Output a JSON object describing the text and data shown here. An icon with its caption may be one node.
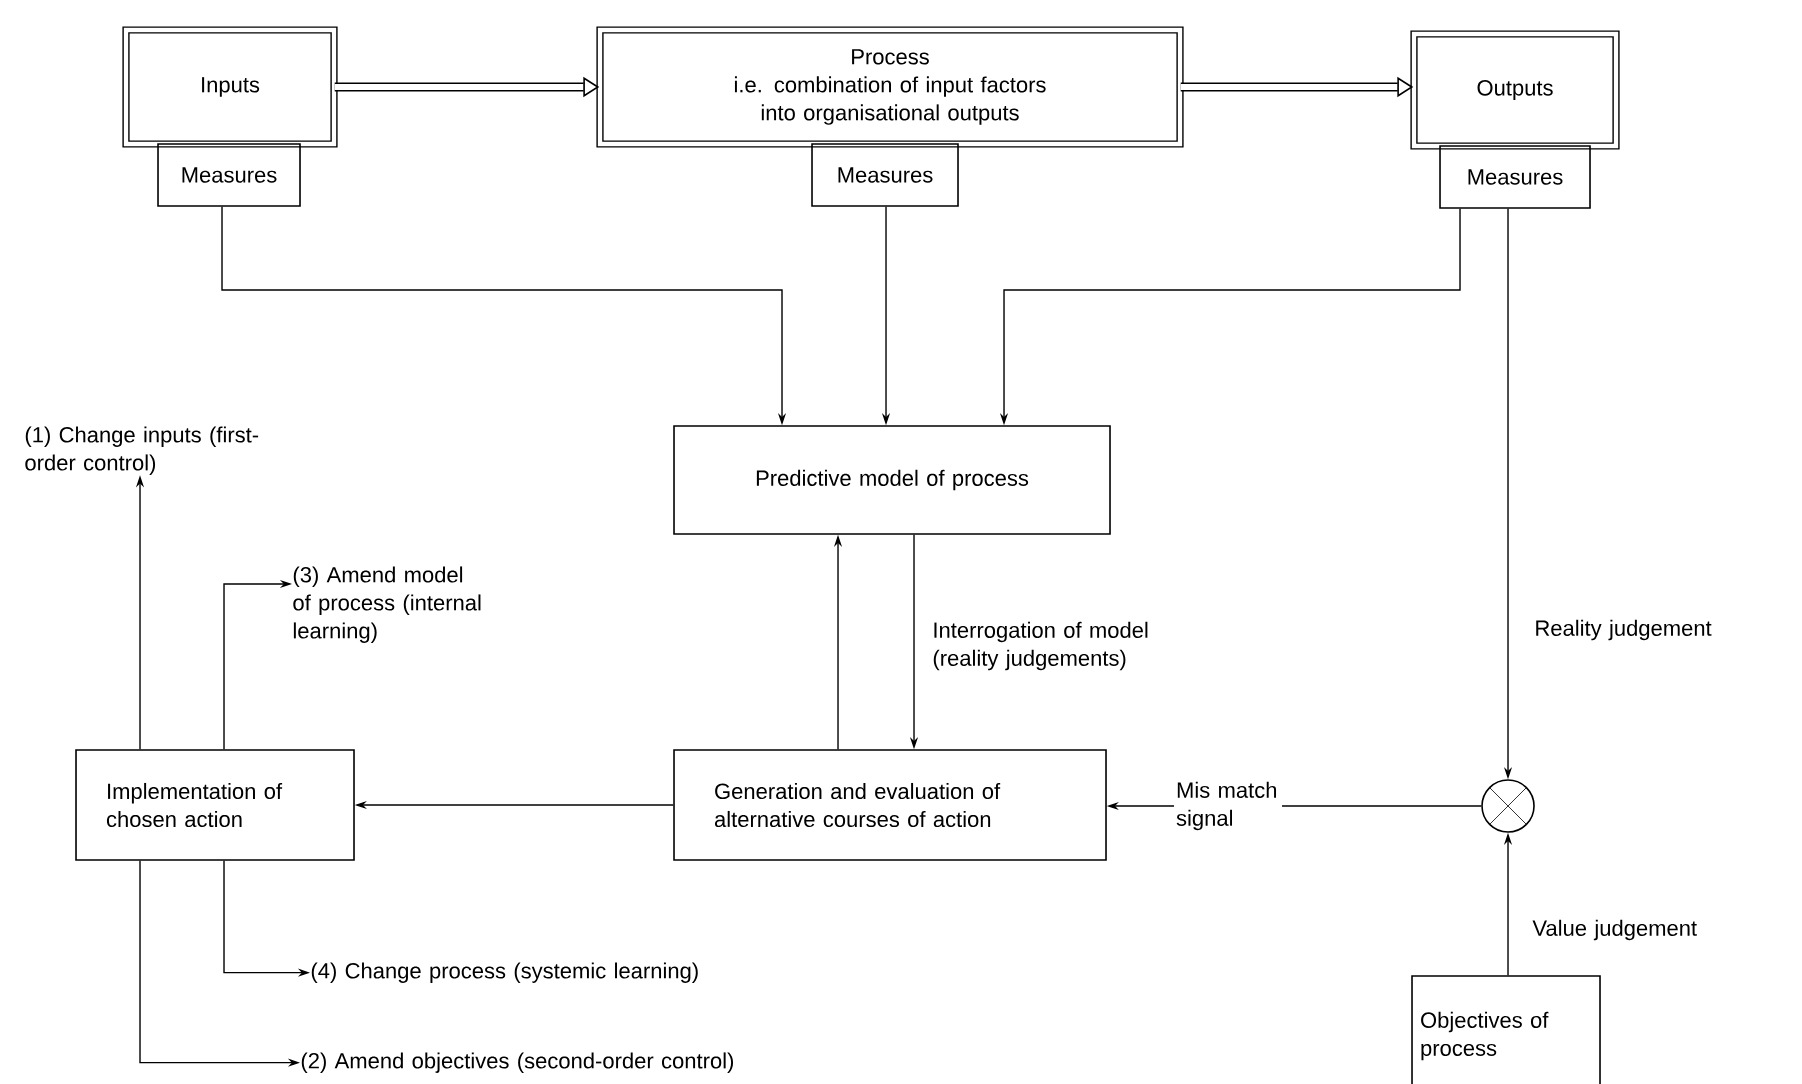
{
  "diagram": {
    "nodes": [
      {
        "text": [
          "Inputs"
        ]
      },
      {
        "text": [
          "Measures"
        ]
      },
      {
        "text": [
          "Process",
          "i.e. combination of input factors into organisational outputs"
        ]
      },
      {
        "text": [
          "Measures"
        ]
      },
      {
        "text": [
          "Outputs"
        ]
      },
      {
        "text": [
          "Measures"
        ]
      },
      {
        "text": [
          "Predictive model of process"
        ]
      },
      {
        "text": [
          "Generation and evaluation of alternative courses of action"
        ]
      },
      {
        "text": [
          "Implementation of chosen action"
        ]
      },
      {
        "text": [],
        "shape": "circle"
      },
      {
        "text": [
          "Objectives of process"
        ]
      },
      {
        "text": [
          "(1) Change inputs (first-order control)"
        ]
      },
      {
        "text": [
          "(3) Amend model of process (internal learning)"
        ]
      },
      {
        "text": [
          "(4) Change process (systemic learning)"
        ]
      },
      {
        "text": [
          "(2) Amend objectives (second-order control)"
        ]
      }
    ],
    "edges": [
      {
        "from": 0,
        "to": 2,
        "arrow": "to",
        "style": "thick"
      },
      {
        "from": 2,
        "to": 4,
        "arrow": "to",
        "style": "thick"
      },
      {
        "from": 1,
        "to": 6,
        "arrow": "to"
      },
      {
        "from": 3,
        "to": 6,
        "arrow": "to"
      },
      {
        "from": 5,
        "to": 6,
        "arrow": "to"
      },
      {
        "from": 5,
        "to": 9,
        "arrow": "to",
        "label": "Reality judgement"
      },
      {
        "from": 6,
        "to": 7,
        "arrow": "to",
        "label": "Interrogation of model (reality judgements)"
      },
      {
        "from": 7,
        "to": 6,
        "arrow": "to"
      },
      {
        "from": 9,
        "to": 7,
        "arrow": "to",
        "label": "Mis match signal"
      },
      {
        "from": 10,
        "to": 9,
        "arrow": "to",
        "label": "Value judgement"
      },
      {
        "from": 7,
        "to": 8,
        "arrow": "to"
      },
      {
        "from": 8,
        "to": 11,
        "arrow": "to"
      },
      {
        "from": 8,
        "to": 12,
        "arrow": "to"
      },
      {
        "from": 8,
        "to": 13,
        "arrow": "to"
      },
      {
        "from": 8,
        "to": 14,
        "arrow": "to"
      }
    ]
  }
}
